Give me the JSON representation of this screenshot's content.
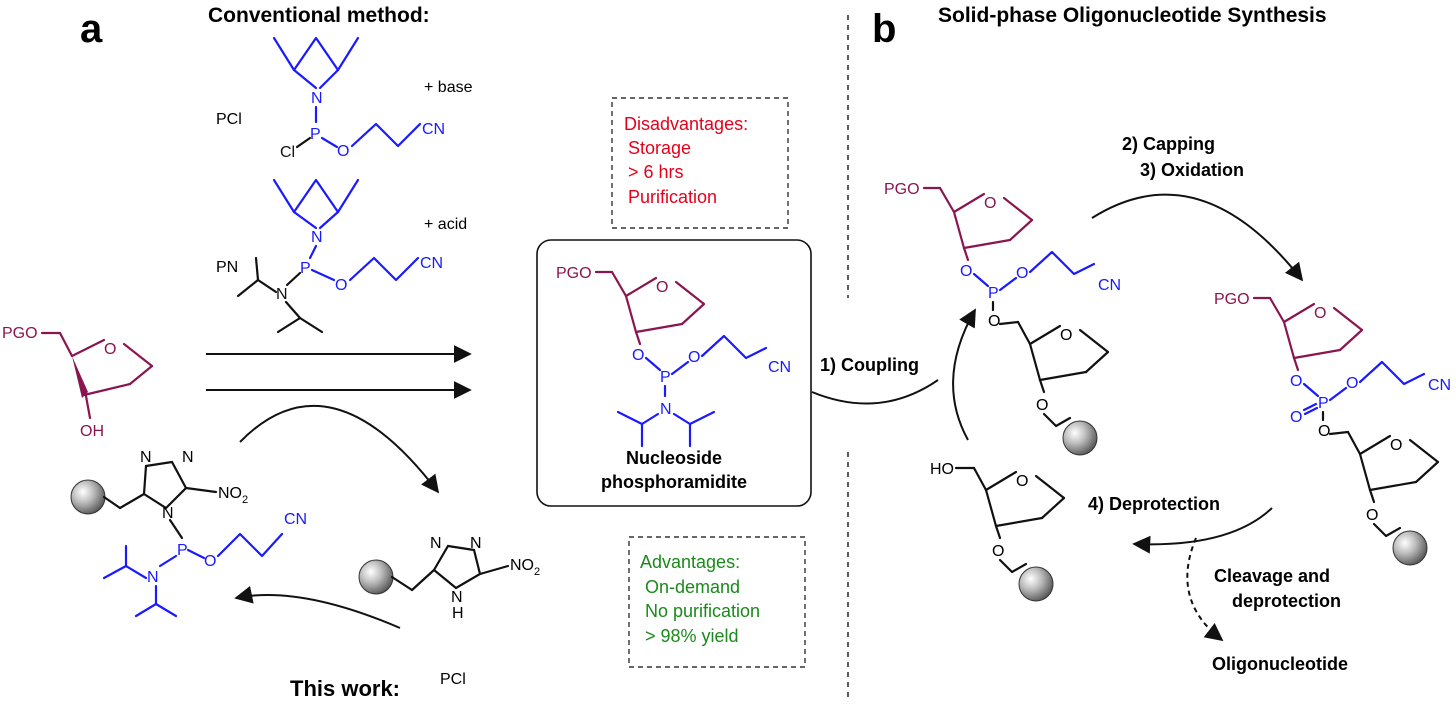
{
  "panel_a": {
    "label": "a",
    "title": "Conventional method:",
    "pcl_label": "PCl",
    "pcl_plus": "+ base",
    "pn_label": "PN",
    "pn_plus": "+ acid",
    "this_work": "This work:",
    "pcl_bottom": "PCl"
  },
  "panel_b": {
    "label": "b",
    "title": "Solid-phase Oligonucleotide Synthesis",
    "step1": "1) Coupling",
    "step2": "2) Capping",
    "step3": "3) Oxidation",
    "step4": "4) Deprotection",
    "cleavage": [
      "Cleavage and",
      "deprotection"
    ],
    "product": "Oligonucleotide"
  },
  "disadvantages": {
    "title": "Disadvantages:",
    "items": [
      "Storage",
      "> 6 hrs",
      "Purification"
    ]
  },
  "advantages": {
    "title": "Advantages:",
    "items": [
      "On-demand",
      "No purification",
      "> 98% yield"
    ]
  },
  "center": {
    "caption": [
      "Nucleoside",
      "phosphoramidite"
    ]
  },
  "atoms": {
    "PGO": "PGO",
    "OH": "OH",
    "HO": "HO",
    "O": "O",
    "P": "P",
    "N": "N",
    "Cl": "Cl",
    "CN": "CN",
    "NO2": "NO",
    "NO2_sub": "2",
    "H": "H"
  },
  "colors": {
    "accent_purple": "#8a1550",
    "accent_blue": "#1a1aff",
    "disadvantage_red": "#e6001a",
    "advantage_green": "#1a8a1a"
  }
}
